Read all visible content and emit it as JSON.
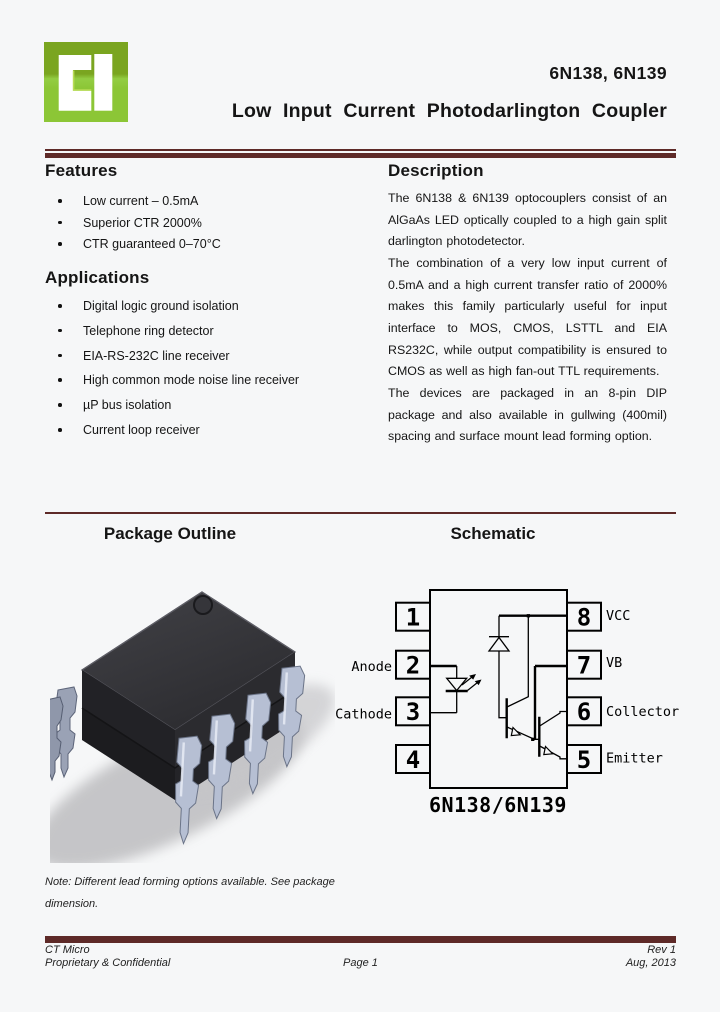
{
  "colors": {
    "accent_rule": "#5e2a28",
    "background": "#f6f7f8",
    "logo_green_top": "#7aa520",
    "logo_green_bottom": "#8cc636",
    "package_body": "#2e2e32",
    "pin_metal": "#b6bfd3"
  },
  "header": {
    "part_numbers": "6N138, 6N139",
    "title": "Low Input Current Photodarlington Coupler",
    "logo": "ct-micro-logo"
  },
  "features": {
    "heading": "Features",
    "items": [
      "Low current – 0.5mA",
      "Superior CTR 2000%",
      "CTR guaranteed 0–70°C"
    ]
  },
  "applications": {
    "heading": "Applications",
    "items": [
      "Digital logic ground isolation",
      "Telephone ring detector",
      "EIA-RS-232C line receiver",
      "High common mode noise line receiver",
      "µP bus isolation",
      "Current loop receiver"
    ]
  },
  "description": {
    "heading": "Description",
    "paragraphs": [
      "The 6N138 & 6N139 optocouplers consist of an AlGaAs LED optically coupled to a high gain split darlington photodetector.",
      "The combination of a very low input current of 0.5mA and a high current transfer ratio of 2000% makes this family particularly useful for input interface to MOS, CMOS, LSTTL and EIA RS232C, while output compatibility is ensured to CMOS as well as high fan-out TTL requirements.",
      "The devices are packaged in an 8-pin DIP package and also available in gullwing (400mil) spacing and surface mount lead forming option."
    ]
  },
  "package_outline": {
    "heading": "Package Outline",
    "image": "dip8-3d-render"
  },
  "schematic": {
    "heading": "Schematic",
    "caption": "6N138/6N139",
    "pins_left": [
      {
        "number": "1",
        "label": ""
      },
      {
        "number": "2",
        "label": "Anode"
      },
      {
        "number": "3",
        "label": "Cathode"
      },
      {
        "number": "4",
        "label": ""
      }
    ],
    "pins_right": [
      {
        "number": "8",
        "label": "VCC"
      },
      {
        "number": "7",
        "label": "VB"
      },
      {
        "number": "6",
        "label": "Collector"
      },
      {
        "number": "5",
        "label": "Emitter"
      }
    ]
  },
  "note": {
    "text": "Note: Different lead forming options available. See package dimension."
  },
  "footer": {
    "company": "CT Micro",
    "confidential": "Proprietary & Confidential",
    "page": "Page 1",
    "rev": "Rev 1",
    "date": "Aug, 2013"
  }
}
